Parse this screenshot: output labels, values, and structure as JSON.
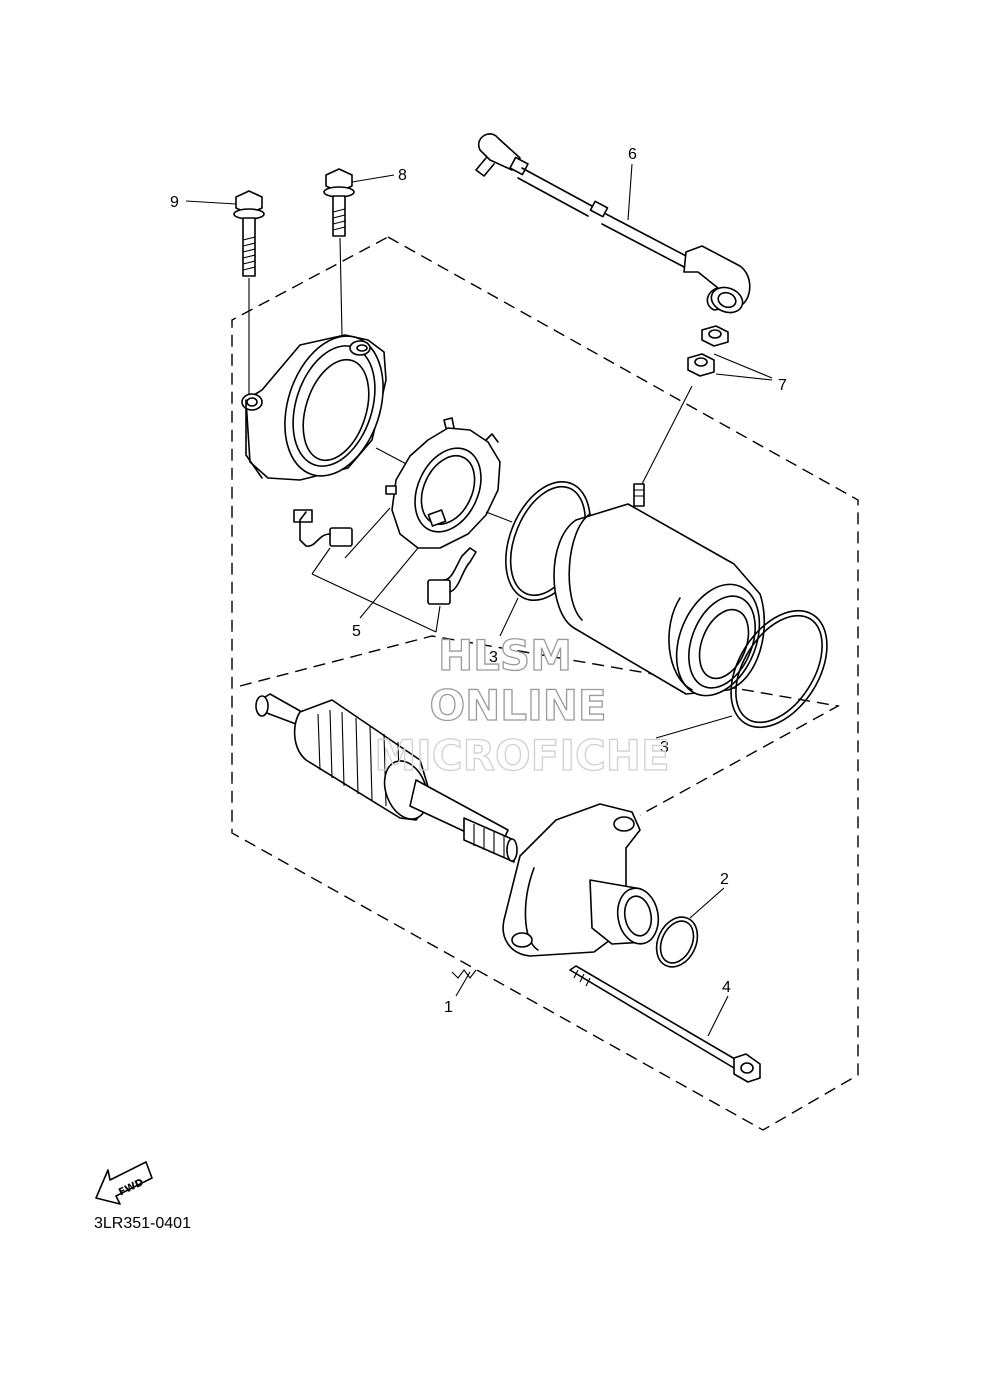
{
  "diagram": {
    "part_number_code": "3LR351-0401",
    "fwd_label": "FWD",
    "callouts": [
      "1",
      "2",
      "3",
      "3",
      "4",
      "5",
      "6",
      "7",
      "8",
      "9"
    ],
    "watermark": {
      "line1": "HLSM",
      "line2": "ONLINE",
      "line3": "MICROFICHE"
    }
  }
}
